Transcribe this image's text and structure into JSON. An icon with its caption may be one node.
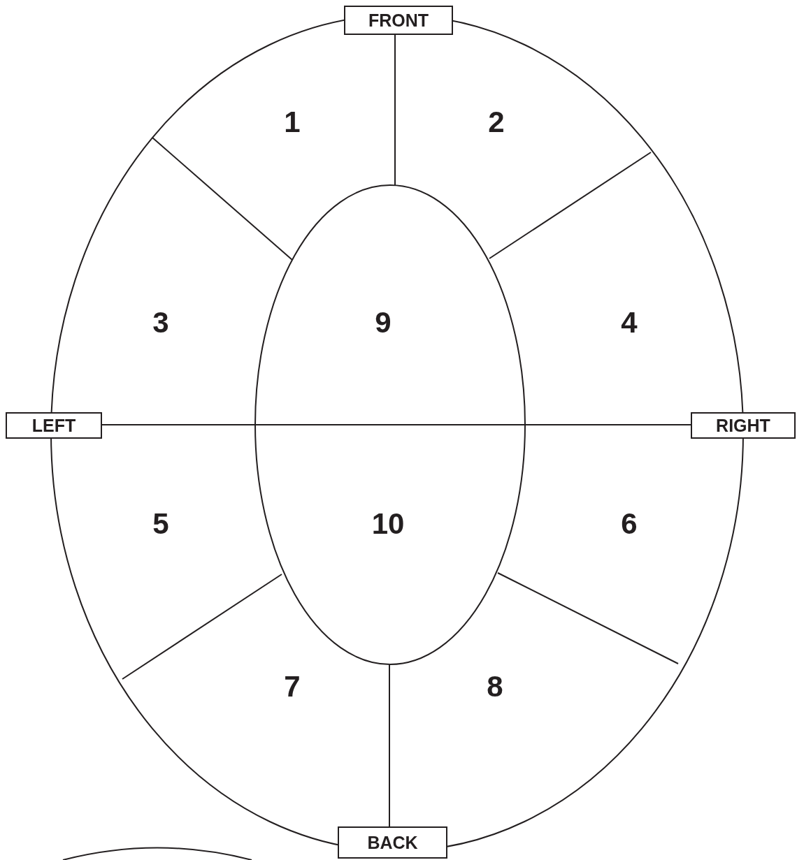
{
  "diagram": {
    "nodes": [
      {
        "text": [
          "FRONT"
        ]
      },
      {
        "text": [
          "LEFT"
        ]
      },
      {
        "text": [
          "RIGHT"
        ]
      },
      {
        "text": [
          "BACK"
        ]
      }
    ],
    "labels": [
      "1",
      "2",
      "3",
      "9",
      "4",
      "5",
      "10",
      "6",
      "7",
      "8"
    ]
  }
}
